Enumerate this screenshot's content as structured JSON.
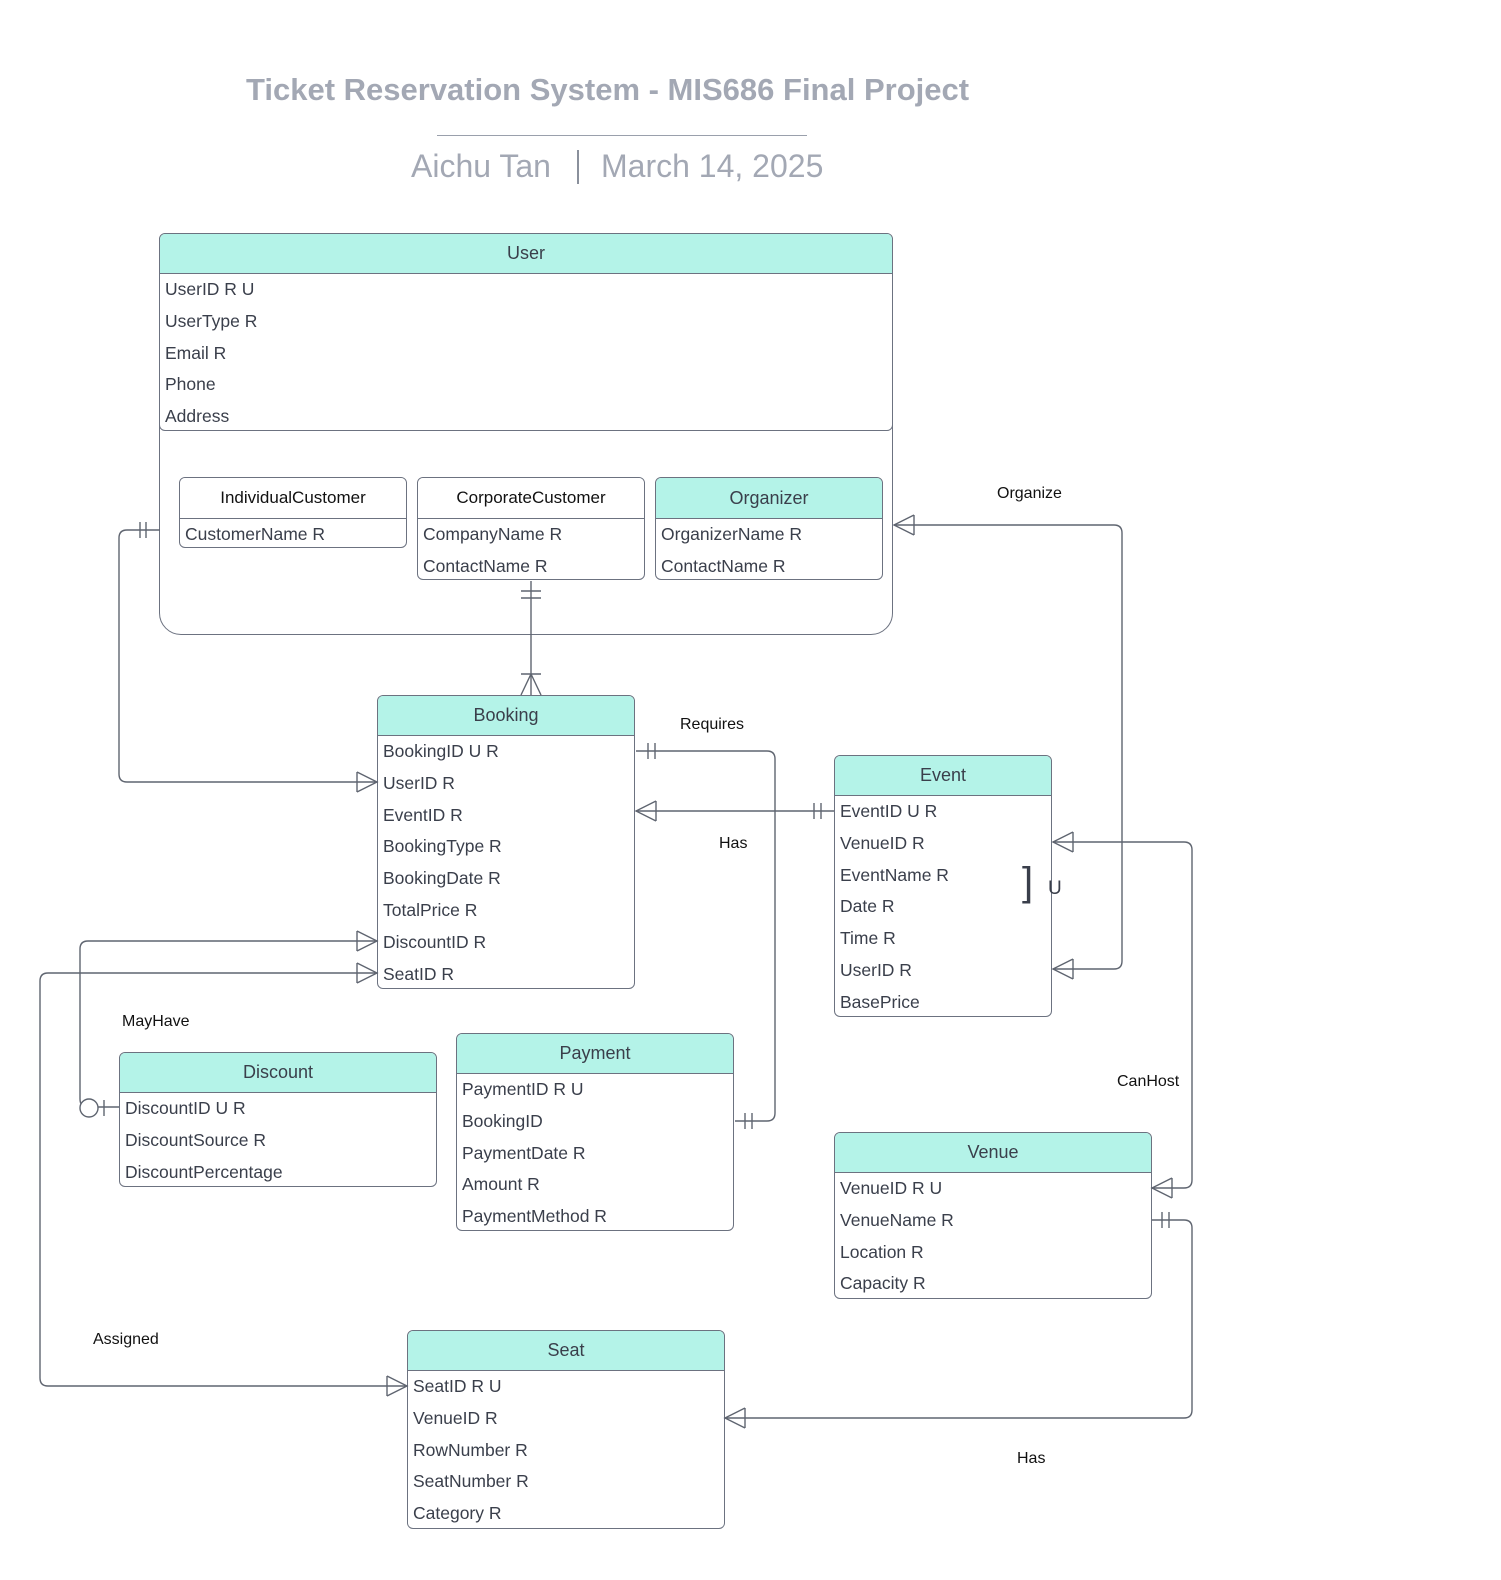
{
  "header": {
    "title": "Ticket Reservation System - MIS686 Final Project",
    "author": "Aichu Tan",
    "date": "March 14, 2025"
  },
  "colors": {
    "header_fill": "#b4f3e8",
    "border": "#6c7280",
    "line": "#5f6570"
  },
  "entities": {
    "user": {
      "name": "User",
      "attributes": [
        "UserID  R U",
        "UserType R",
        "Email R",
        "Phone",
        "Address"
      ]
    },
    "individual_customer": {
      "name": "IndividualCustomer",
      "attributes": [
        "CustomerName R"
      ]
    },
    "corporate_customer": {
      "name": "CorporateCustomer",
      "attributes": [
        "CompanyName R",
        "ContactName R"
      ]
    },
    "organizer": {
      "name": "Organizer",
      "attributes": [
        "OrganizerName R",
        "ContactName R"
      ]
    },
    "booking": {
      "name": "Booking",
      "attributes": [
        "BookingID U R",
        "UserID R",
        "EventID R",
        "BookingType R",
        "BookingDate R",
        "TotalPrice R",
        "DiscountID R",
        "SeatID R"
      ]
    },
    "event": {
      "name": "Event",
      "attributes": [
        "EventID U R",
        "VenueID R",
        "EventName R",
        "Date R",
        "Time R",
        "UserID R",
        "BasePrice"
      ]
    },
    "discount": {
      "name": "Discount",
      "attributes": [
        "DiscountID U R",
        "DiscountSource R",
        "DiscountPercentage"
      ]
    },
    "payment": {
      "name": "Payment",
      "attributes": [
        "PaymentID R U",
        "BookingID",
        "PaymentDate R",
        "Amount R",
        "PaymentMethod R"
      ]
    },
    "venue": {
      "name": "Venue",
      "attributes": [
        "VenueID R U",
        "VenueName R",
        "Location R",
        "Capacity R"
      ]
    },
    "seat": {
      "name": "Seat",
      "attributes": [
        "SeatID R U",
        "VenueID R",
        "RowNumber R",
        "SeatNumber R",
        "Category R"
      ]
    }
  },
  "relationships": {
    "organize": "Organize",
    "requires": "Requires",
    "has_event": "Has",
    "may_have": "MayHave",
    "can_host": "CanHost",
    "assigned": "Assigned",
    "has_seat": "Has"
  },
  "event_unique_marker": {
    "bracket": "]",
    "label": "U"
  }
}
